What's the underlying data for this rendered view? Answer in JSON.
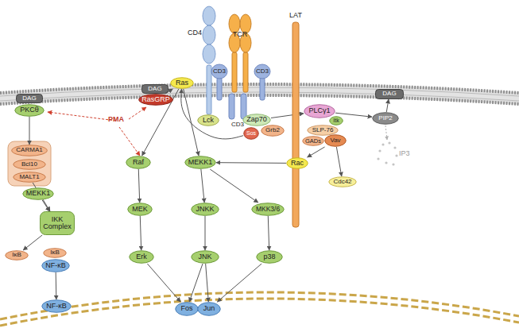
{
  "diagram": {
    "nodes": [
      {
        "text": [
          "CD4"
        ]
      },
      {
        "text": [
          "TCR"
        ]
      },
      {
        "text": [
          "CD3"
        ]
      },
      {
        "text": [
          "CD3"
        ]
      },
      {
        "text": [
          "CD3"
        ]
      },
      {
        "text": [
          "LAT"
        ]
      },
      {
        "text": [
          "DAG"
        ]
      },
      {
        "text": [
          "PKCθ"
        ]
      },
      {
        "text": [
          "DAG"
        ]
      },
      {
        "text": [
          "RasGRP"
        ]
      },
      {
        "text": [
          "Ras"
        ]
      },
      {
        "text": [
          "Lck"
        ]
      },
      {
        "text": [
          "Zap70"
        ]
      },
      {
        "text": [
          "PLCγ1"
        ]
      },
      {
        "text": [
          "Itk"
        ]
      },
      {
        "text": [
          "SLP-76"
        ]
      },
      {
        "text": [
          "Sos"
        ]
      },
      {
        "text": [
          "Grb2"
        ]
      },
      {
        "text": [
          "GADs"
        ]
      },
      {
        "text": [
          "Vav"
        ]
      },
      {
        "text": [
          "DAG"
        ]
      },
      {
        "text": [
          "PIP2"
        ]
      },
      {
        "text": [
          "CARMA1"
        ]
      },
      {
        "text": [
          "Bcl10"
        ]
      },
      {
        "text": [
          "MALT1"
        ]
      },
      {
        "text": [
          "Raf"
        ]
      },
      {
        "text": [
          "MEKK1"
        ]
      },
      {
        "text": [
          "Rac"
        ]
      },
      {
        "text": [
          "Cdc42"
        ]
      },
      {
        "text": [
          "MEKK1"
        ]
      },
      {
        "text": [
          "IKK Complex"
        ]
      },
      {
        "text": [
          "IκB"
        ]
      },
      {
        "text": [
          "IκB"
        ]
      },
      {
        "text": [
          "NF-κB"
        ]
      },
      {
        "text": [
          "MEK"
        ]
      },
      {
        "text": [
          "JNKK"
        ]
      },
      {
        "text": [
          "MKK3/6"
        ]
      },
      {
        "text": [
          "Erk"
        ]
      },
      {
        "text": [
          "JNK"
        ]
      },
      {
        "text": [
          "p38"
        ]
      },
      {
        "text": [
          "NF-κB"
        ]
      },
      {
        "text": [
          "Fos"
        ]
      },
      {
        "text": [
          "Jun"
        ]
      }
    ],
    "edges": [
      {
        "from": 7,
        "to": 22,
        "arrow": "to"
      },
      {
        "from": 24,
        "to": 30,
        "arrow": "to"
      },
      {
        "from": 29,
        "to": 30,
        "arrow": "to"
      },
      {
        "from": 30,
        "to": 31,
        "arrow": "to"
      },
      {
        "from": 33,
        "to": 40,
        "arrow": "to"
      },
      {
        "from": 9,
        "to": 10,
        "arrow": "to"
      },
      {
        "from": 10,
        "to": 25,
        "arrow": "to"
      },
      {
        "from": 10,
        "to": 26,
        "arrow": "to"
      },
      {
        "from": 16,
        "to": 10,
        "arrow": "to"
      },
      {
        "from": 12,
        "to": 13,
        "arrow": "to"
      },
      {
        "from": 13,
        "to": 21,
        "arrow": "to"
      },
      {
        "from": 21,
        "to": 20,
        "arrow": "to"
      },
      {
        "from": 19,
        "to": 27,
        "arrow": "to"
      },
      {
        "from": 19,
        "to": 28,
        "arrow": "to"
      },
      {
        "from": 27,
        "to": 26,
        "arrow": "to"
      },
      {
        "from": 25,
        "to": 34,
        "arrow": "to"
      },
      {
        "from": 34,
        "to": 37,
        "arrow": "to"
      },
      {
        "from": 26,
        "to": 35,
        "arrow": "to"
      },
      {
        "from": 35,
        "to": 38,
        "arrow": "to"
      },
      {
        "from": 26,
        "to": 36,
        "arrow": "to"
      },
      {
        "from": 36,
        "to": 39,
        "arrow": "to"
      },
      {
        "from": 37,
        "to": 41,
        "arrow": "to"
      },
      {
        "from": 38,
        "to": 41,
        "arrow": "to"
      },
      {
        "from": 38,
        "to": 42,
        "arrow": "to"
      },
      {
        "from": 39,
        "to": 42,
        "arrow": "to"
      }
    ],
    "labels": [
      "PMA",
      "IP3"
    ]
  }
}
